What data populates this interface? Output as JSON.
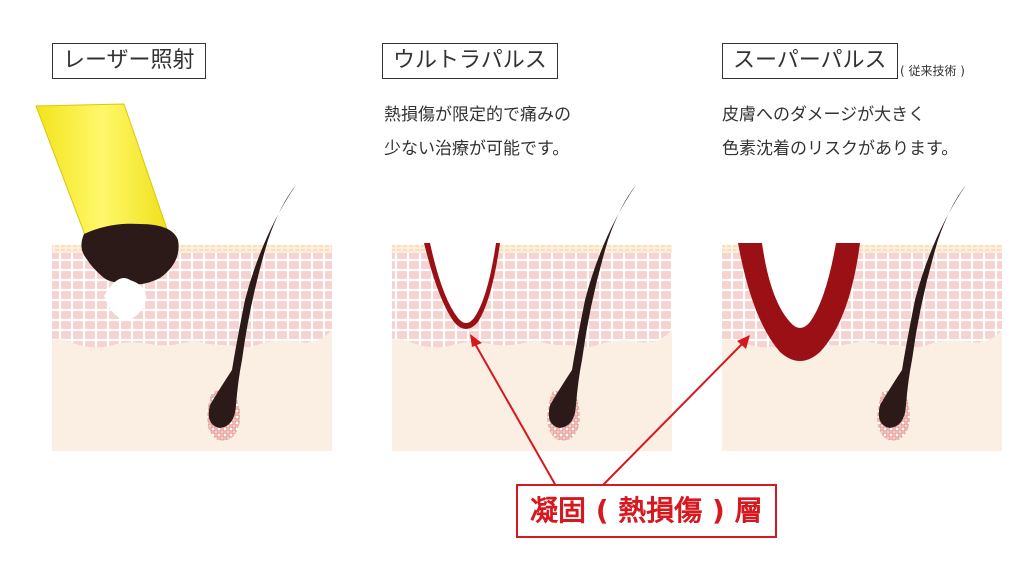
{
  "panels": [
    {
      "title": "レーザー照射",
      "note": "",
      "desc": []
    },
    {
      "title": "ウルトラパルス",
      "note": "",
      "desc": [
        "熱損傷が限定的で痛みの",
        "少ない治療が可能です。"
      ]
    },
    {
      "title": "スーパーパルス",
      "note": "( 従来技術 )",
      "desc": [
        "皮膚へのダメージが大きく",
        "色素沈着のリスクがあります。"
      ]
    }
  ],
  "callout": {
    "label": "凝固 ( 熱損傷 ) 層"
  },
  "colors": {
    "accent_red": "#d7191f",
    "damage_red": "#9b1015",
    "laser_yellow": "#f5ee2a",
    "skin_pink": "#f3c7c7",
    "skin_base": "#fbefe3",
    "hair": "#2b1a17"
  }
}
